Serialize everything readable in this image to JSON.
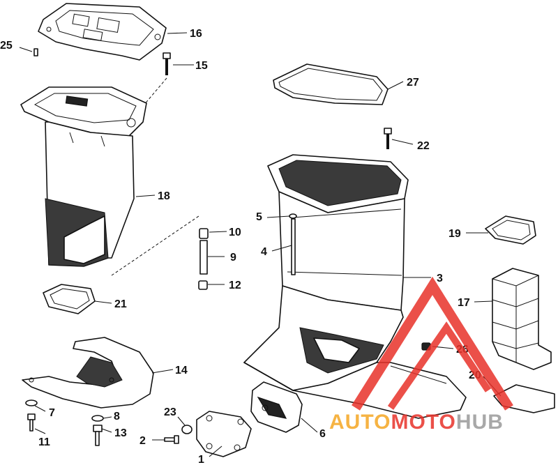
{
  "callouts": {
    "p1": "1",
    "p2": "2",
    "p3": "3",
    "p4": "4",
    "p5": "5",
    "p6": "6",
    "p7": "7",
    "p8": "8",
    "p9": "9",
    "p10": "10",
    "p11": "11",
    "p12": "12",
    "p13": "13",
    "p14": "14",
    "p15": "15",
    "p16": "16",
    "p17": "17",
    "p18": "18",
    "p19": "19",
    "p20": "20",
    "p21": "21",
    "p22": "22",
    "p23": "23",
    "p25": "25",
    "p26": "26",
    "p27": "27"
  },
  "watermark": {
    "part1": "AUTO",
    "part2": "MOTO",
    "part3": "HUB",
    "color_red": "#e8322a",
    "color_orange": "#f5a623",
    "color_gray": "#9a9a9a"
  }
}
